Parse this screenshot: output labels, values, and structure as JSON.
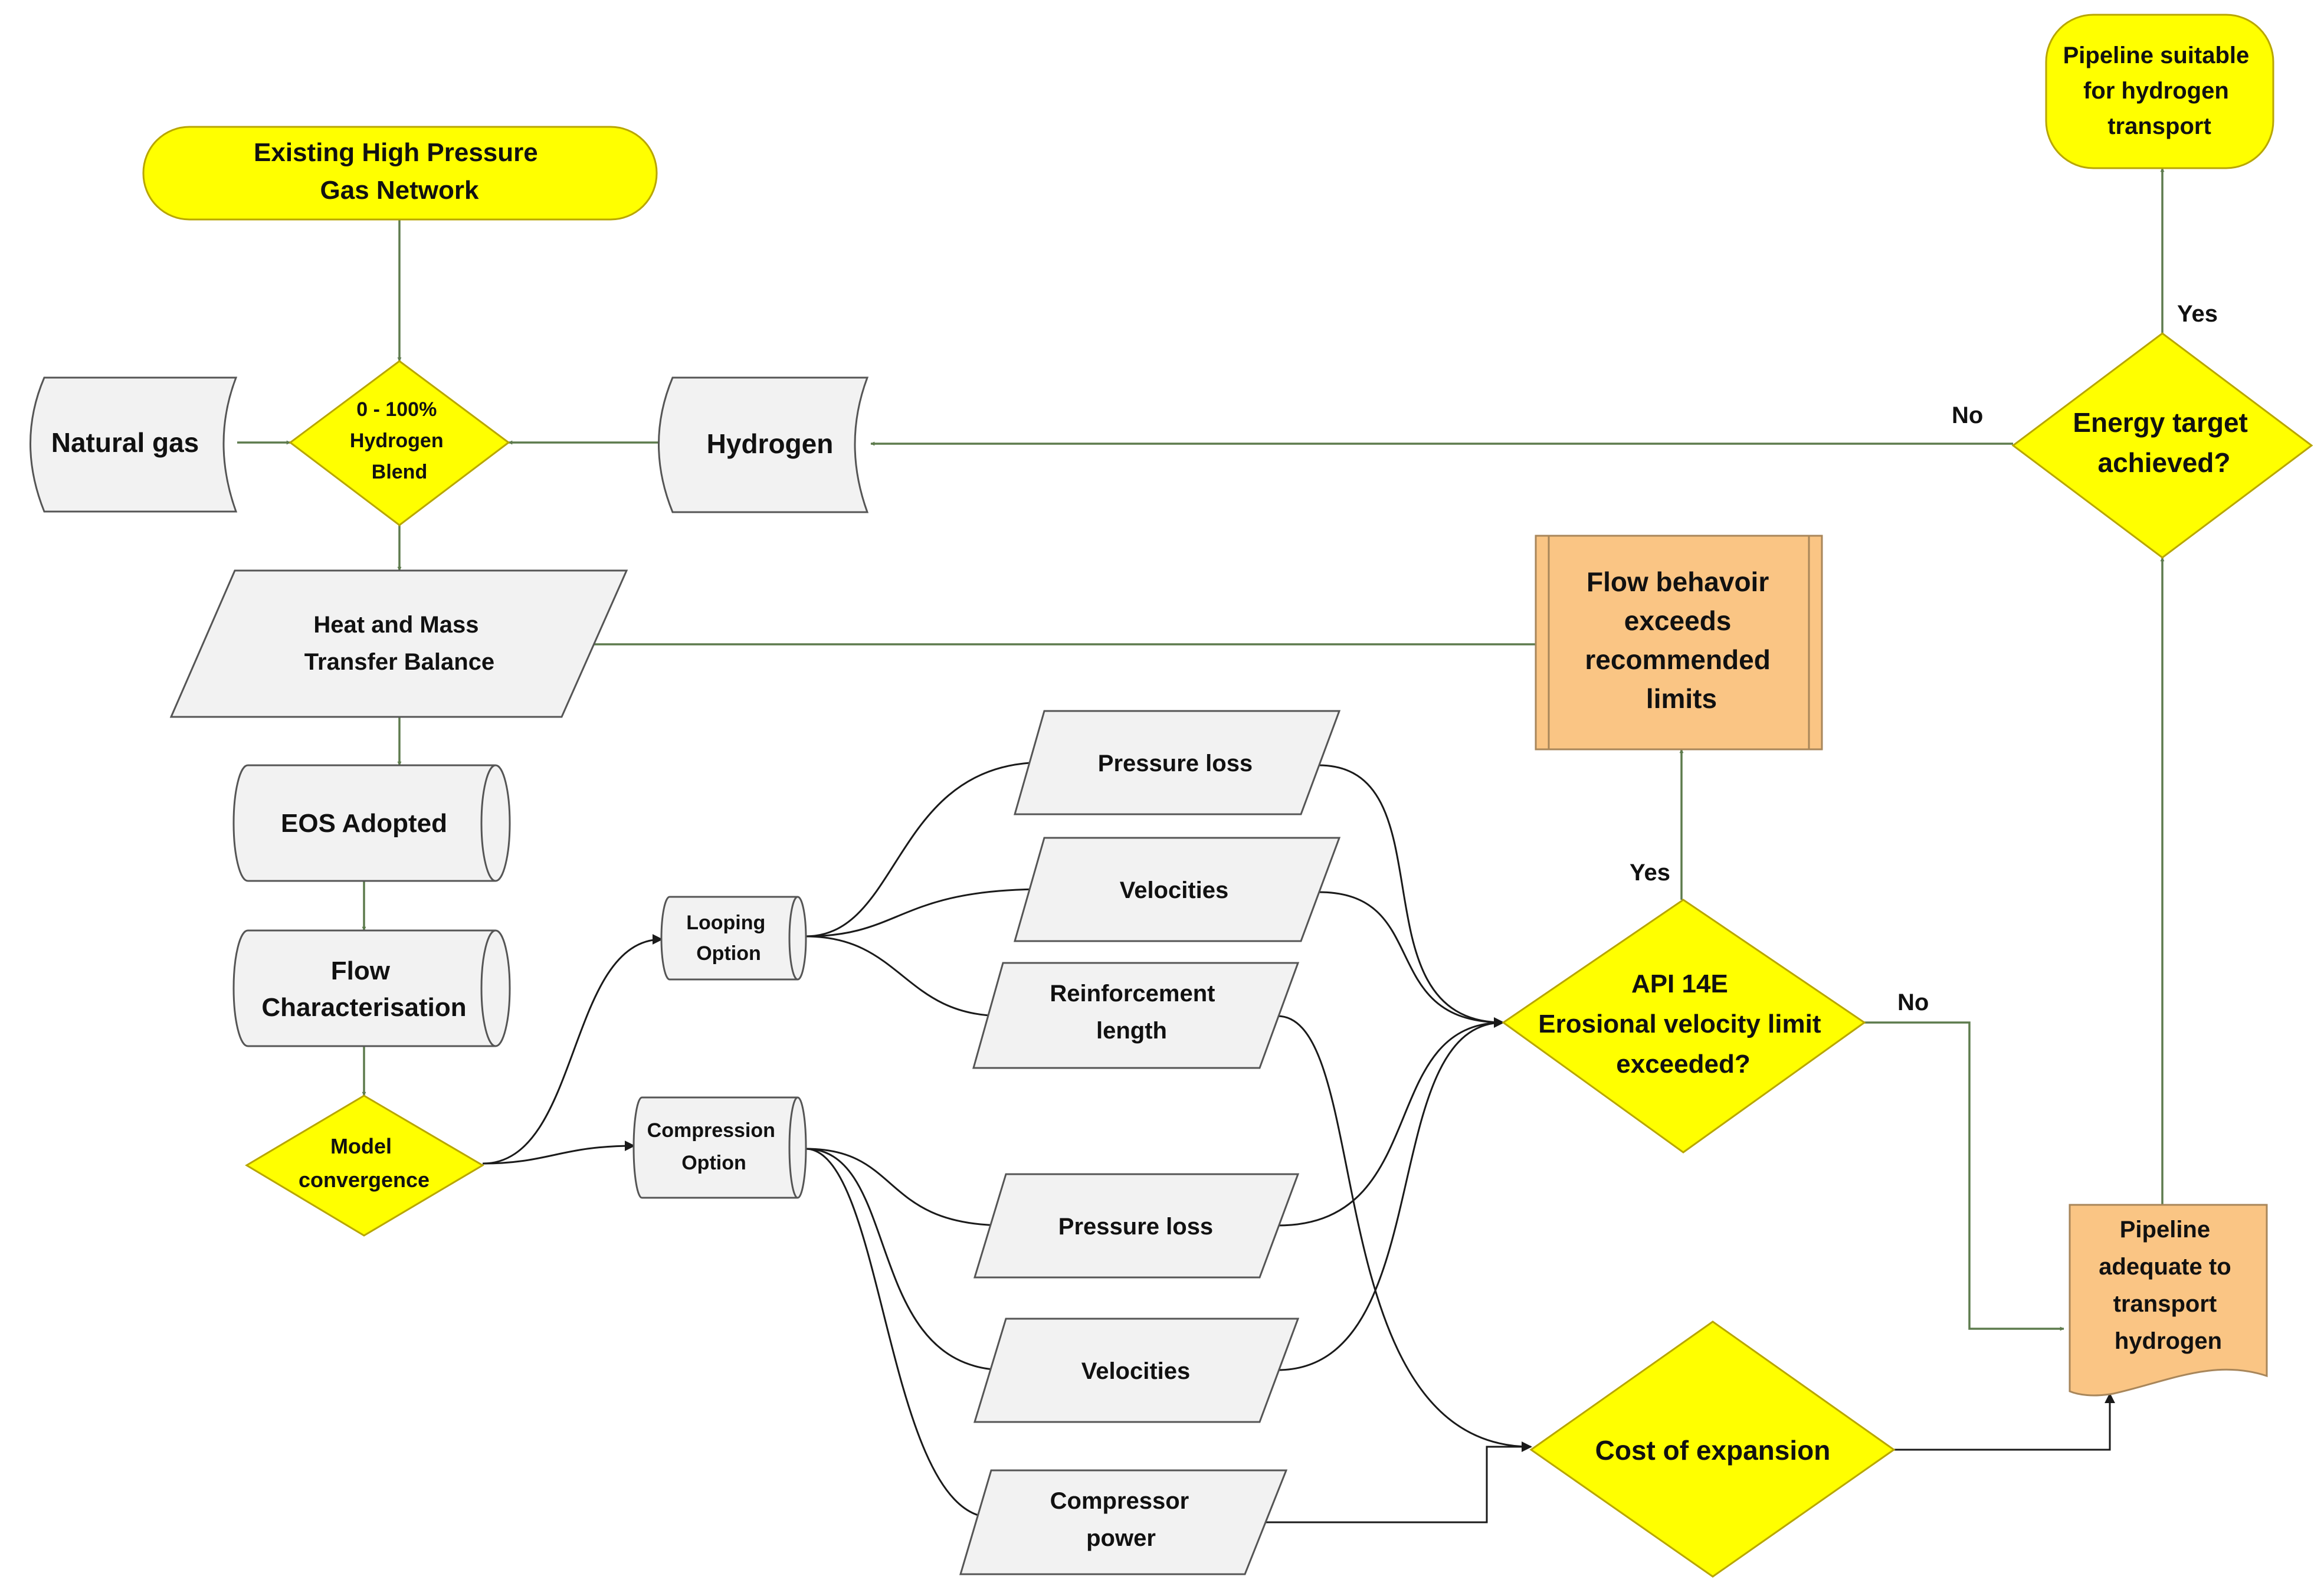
{
  "nodes": {
    "existing_network": {
      "lines": [
        "Existing High Pressure",
        "Gas Network"
      ]
    },
    "natural_gas": {
      "lines": [
        "Natural gas"
      ]
    },
    "hydrogen_blend": {
      "lines": [
        "0 - 100%",
        "Hydrogen",
        "Blend"
      ]
    },
    "hydrogen": {
      "lines": [
        "Hydrogen"
      ]
    },
    "heat_mass": {
      "lines": [
        "Heat and Mass",
        "Transfer Balance"
      ]
    },
    "eos": {
      "lines": [
        "EOS Adopted"
      ]
    },
    "flow_char": {
      "lines": [
        "Flow",
        "Characterisation"
      ]
    },
    "model_conv": {
      "lines": [
        "Model",
        "convergence"
      ]
    },
    "looping": {
      "lines": [
        "Looping",
        "Option"
      ]
    },
    "compression": {
      "lines": [
        "Compression",
        "Option"
      ]
    },
    "pressure_loss_1": {
      "lines": [
        "Pressure loss"
      ]
    },
    "velocities_1": {
      "lines": [
        "Velocities"
      ]
    },
    "reinforcement": {
      "lines": [
        "Reinforcement",
        "length"
      ]
    },
    "pressure_loss_2": {
      "lines": [
        "Pressure loss"
      ]
    },
    "velocities_2": {
      "lines": [
        "Velocities"
      ]
    },
    "compressor_power": {
      "lines": [
        "Compressor",
        "power"
      ]
    },
    "flow_behavior": {
      "lines": [
        "Flow behavoir",
        "exceeds",
        "recommended",
        "limits"
      ]
    },
    "api14e": {
      "lines": [
        "API 14E",
        "Erosional velocity limit",
        "exceeded?"
      ]
    },
    "cost_expansion": {
      "lines": [
        "Cost of expansion"
      ]
    },
    "pipeline_adequate": {
      "lines": [
        "Pipeline",
        "adequate to",
        "transport",
        "hydrogen"
      ]
    },
    "energy_target": {
      "lines": [
        "Energy target",
        "achieved?"
      ]
    },
    "pipeline_suitable": {
      "lines": [
        "Pipeline suitable",
        "for hydrogen",
        "transport"
      ]
    }
  },
  "edge_labels": {
    "energy_yes": "Yes",
    "energy_no": "No",
    "api_yes": "Yes",
    "api_no": "No"
  },
  "colors": {
    "decision_fill": "#ffff00",
    "process_fill": "#f2f2f2",
    "result_fill": "#fac584",
    "flow_arrow": "#5d7b4d",
    "option_arrow": "#1a1a1a"
  }
}
